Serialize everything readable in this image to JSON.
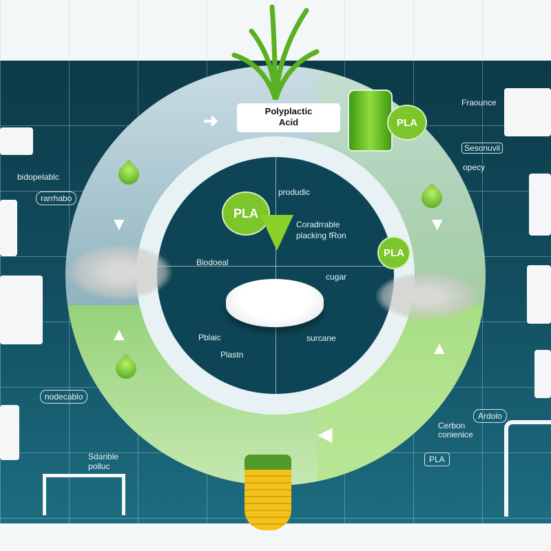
{
  "title": {
    "line1": "Polyplactic",
    "line2": "Acid"
  },
  "center": {
    "pla_badge": "PLA",
    "produce_label": "produdic",
    "compostable_label": "Coradrrable\nplacking fRon",
    "biodegradable_label": "Biodoeal",
    "sugar_label": "cugar",
    "plastic_label": "Pblaic",
    "plastin_label": "Plastn",
    "sugarcane_label": "surcane"
  },
  "ring": {
    "pla_top_right": "PLA",
    "pla_right": "PLA"
  },
  "left": {
    "biodegradable_label": "bidopelablc",
    "recyclable_pill": "rarrhabo",
    "nodegradable_pill": "nodecablo",
    "soluble_label": "Sdanble\npolluc"
  },
  "right": {
    "fragrance_label": "Fraounce",
    "seasonal_pill": "Sesonuvil",
    "opacity_label": "opecy",
    "ardolo_pill": "Ardolo",
    "carbon_label": "Cerbon\nconienice",
    "pla_pill": "PLA"
  },
  "colors": {
    "teal": "#0c3a48",
    "green": "#7cc52a",
    "ring_green": "#96d27a"
  }
}
